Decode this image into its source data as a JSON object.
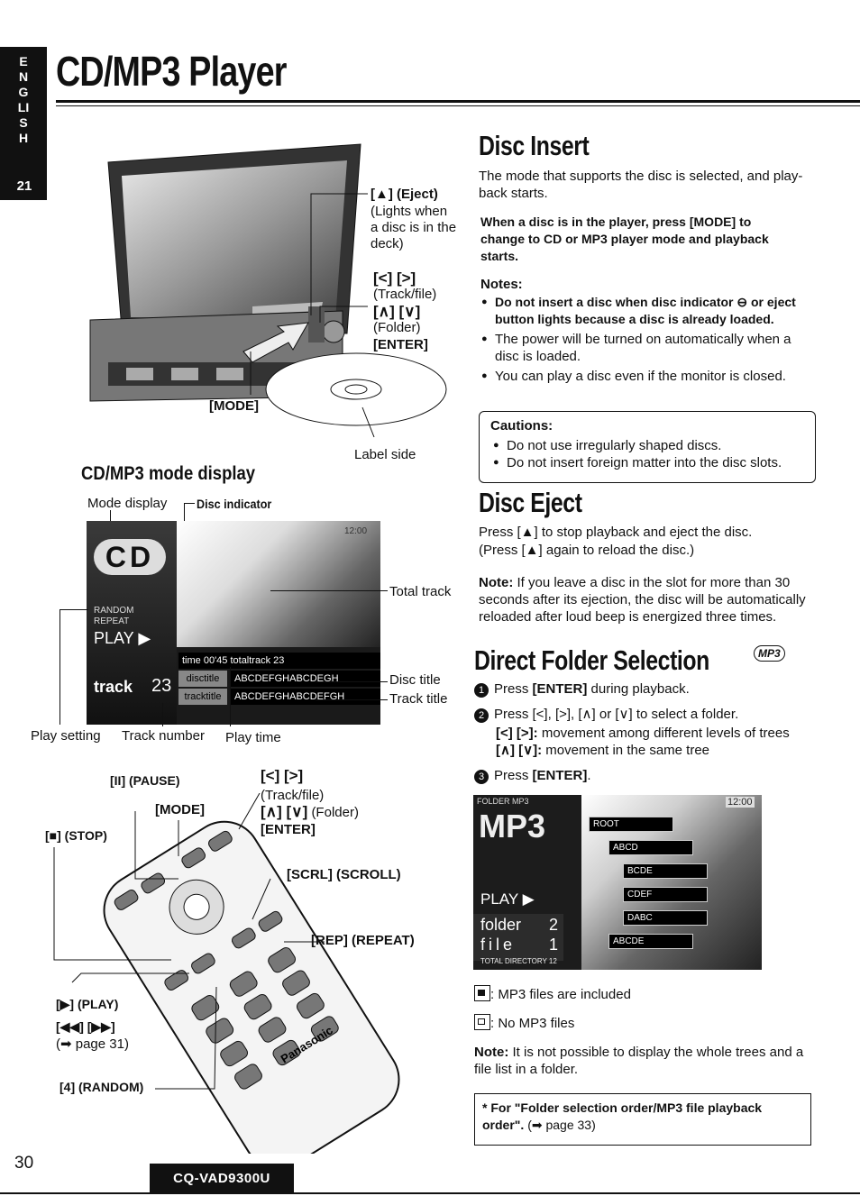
{
  "side_tab": {
    "letters": "ENGLISH",
    "page": "21"
  },
  "title": "CD/MP3 Player",
  "disc_insert": {
    "heading": "Disc Insert",
    "intro": "The mode that supports the disc is selected, and play-back starts.",
    "bold_instruction": "When a disc is in the player, press [MODE] to change to CD or MP3 player mode and playback starts.",
    "notes_label": "Notes:",
    "notes": [
      "Do not insert a disc when disc indicator ⊖ or eject button lights because a disc is already loaded.",
      "The power will be turned on automatically when a disc is loaded.",
      "You can play a disc even if the monitor is closed."
    ],
    "cautions_label": "Cautions:",
    "cautions": [
      "Do not use irregularly shaped discs.",
      "Do not insert foreign matter into the disc slots."
    ]
  },
  "unit_labels": {
    "eject": "[▲] (Eject)",
    "eject_desc": "(Lights when a disc is in the deck)",
    "lr": "[<] [>]",
    "track_file": "(Track/file)",
    "ud": "[∧] [∨]",
    "folder": "(Folder)",
    "enter": "[ENTER]",
    "mode": "[MODE]",
    "label_side": "Label side"
  },
  "mode_display": {
    "heading": "CD/MP3 mode display",
    "mode_display": "Mode display",
    "disc_indicator": "Disc indicator",
    "total_track": "Total track",
    "disc_title": "Disc title",
    "track_title": "Track title",
    "play_setting": "Play setting",
    "track_number": "Track number",
    "play_time": "Play time",
    "screen": {
      "cd": "CD",
      "clock": "12:00",
      "random": "RANDOM",
      "repeat": "REPEAT",
      "play": "PLAY ▶",
      "track": "track",
      "track_no": "23",
      "time_row": "time 00'45 totaltrack 23",
      "disc_title_tag": "disctitle",
      "disc_title_text": "ABCDEFGHABCDEGH",
      "track_title_tag": "tracktitle",
      "track_title_text": "ABCDEFGHABCDEFGH"
    }
  },
  "remote_labels": {
    "pause": "[II] (PAUSE)",
    "mode": "[MODE]",
    "stop": "[■] (STOP)",
    "lr": "[<] [>]",
    "track_file": "(Track/file)",
    "ud": "[∧] [∨]",
    "folder": "(Folder)",
    "enter": "[ENTER]",
    "scroll": "[SCRL] (SCROLL)",
    "repeat": "[REP] (REPEAT)",
    "play": "[▶] (PLAY)",
    "skip": "[◀◀] [▶▶]",
    "page_ref": "(➡ page 31)",
    "random": "[4] (RANDOM)",
    "brand": "Panasonic"
  },
  "disc_eject": {
    "heading": "Disc Eject",
    "line1": "Press [▲] to stop playback and eject the disc.",
    "line2": "(Press [▲] again to reload the disc.)",
    "note_label": "Note:",
    "note": "If you leave a disc in the slot for more than 30 seconds after its ejection, the disc will be automatically reloaded after loud beep is energized three times."
  },
  "direct_folder": {
    "heading": "Direct Folder Selection",
    "badge": "MP3",
    "step1_num": "1",
    "step1_a": "Press ",
    "step1_b": "[ENTER]",
    "step1_c": " during playback.",
    "step2_num": "2",
    "step2": "Press [<], [>], [∧] or [∨] to select a folder.",
    "step2_lr": "[<] [>]:",
    "step2_lr_desc": " movement among different levels of trees",
    "step2_ud": "[∧] [∨]:",
    "step2_ud_desc": " movement in the same tree",
    "step3_num": "3",
    "step3_a": "Press ",
    "step3_b": "[ENTER]",
    "step3_c": ".",
    "screen": {
      "header": "FOLDER MP3",
      "clock": "12:00",
      "mp3": "MP3",
      "play": "PLAY ▶",
      "folder": "folder",
      "folder_no": "2",
      "file": "file",
      "file_no": "1",
      "total": "TOTAL DIRECTORY 12",
      "tree": [
        "ROOT",
        "ABCD",
        "BCDE",
        "CDEF",
        "DABC",
        "ABCDE"
      ]
    },
    "legend1": ": MP3 files are included",
    "legend2": ": No MP3 files",
    "note_label": "Note:",
    "note": "It is not possible to display the whole trees and a file list in a folder.",
    "footnote_a": "* For \"Folder selection order/MP3 file playback order\". ",
    "footnote_b": "(➡ page 33)"
  },
  "footer": {
    "page_number": "30",
    "model": "CQ-VAD9300U"
  }
}
